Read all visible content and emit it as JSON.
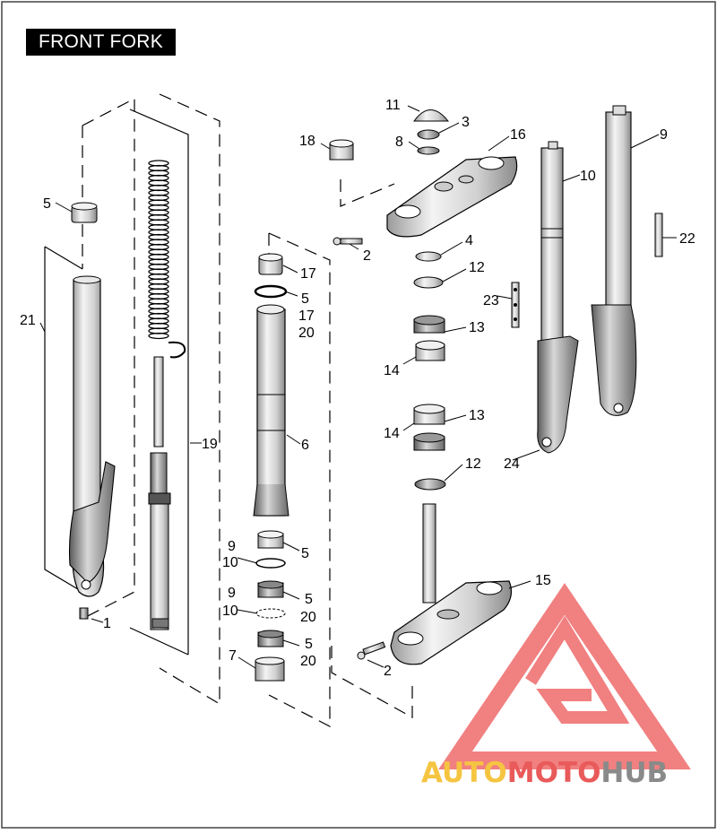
{
  "title": "FRONT FORK",
  "watermark": {
    "part1": "AUTO",
    "part2": "MOTO",
    "part3": "HUB",
    "colors": {
      "auto": "#f5c542",
      "moto": "#e95a5a",
      "hub": "#8a8a8a",
      "logo": "#ef6b6b"
    }
  },
  "callouts": [
    {
      "id": "c21",
      "text": "21"
    },
    {
      "id": "c5a",
      "text": "5"
    },
    {
      "id": "c1",
      "text": "1"
    },
    {
      "id": "c19",
      "text": "19"
    },
    {
      "id": "c17a",
      "text": "17"
    },
    {
      "id": "c5b",
      "text": "5"
    },
    {
      "id": "c17b",
      "text": "17"
    },
    {
      "id": "c20a",
      "text": "20"
    },
    {
      "id": "c6",
      "text": "6"
    },
    {
      "id": "c9a",
      "text": "9"
    },
    {
      "id": "c10a",
      "text": "10"
    },
    {
      "id": "c5c",
      "text": "5"
    },
    {
      "id": "c9b",
      "text": "9"
    },
    {
      "id": "c10b",
      "text": "10"
    },
    {
      "id": "c5d",
      "text": "5"
    },
    {
      "id": "c20b",
      "text": "20"
    },
    {
      "id": "c5e",
      "text": "5"
    },
    {
      "id": "c20c",
      "text": "20"
    },
    {
      "id": "c7",
      "text": "7"
    },
    {
      "id": "c18",
      "text": "18"
    },
    {
      "id": "c11",
      "text": "11"
    },
    {
      "id": "c3",
      "text": "3"
    },
    {
      "id": "c8",
      "text": "8"
    },
    {
      "id": "c16",
      "text": "16"
    },
    {
      "id": "c2a",
      "text": "2"
    },
    {
      "id": "c4",
      "text": "4"
    },
    {
      "id": "c12a",
      "text": "12"
    },
    {
      "id": "c13a",
      "text": "13"
    },
    {
      "id": "c14a",
      "text": "14"
    },
    {
      "id": "c13b",
      "text": "13"
    },
    {
      "id": "c14b",
      "text": "14"
    },
    {
      "id": "c12b",
      "text": "12"
    },
    {
      "id": "c15",
      "text": "15"
    },
    {
      "id": "c2b",
      "text": "2"
    },
    {
      "id": "c10c",
      "text": "10"
    },
    {
      "id": "c9c",
      "text": "9"
    },
    {
      "id": "c22",
      "text": "22"
    },
    {
      "id": "c23",
      "text": "23"
    },
    {
      "id": "c24",
      "text": "24"
    }
  ]
}
